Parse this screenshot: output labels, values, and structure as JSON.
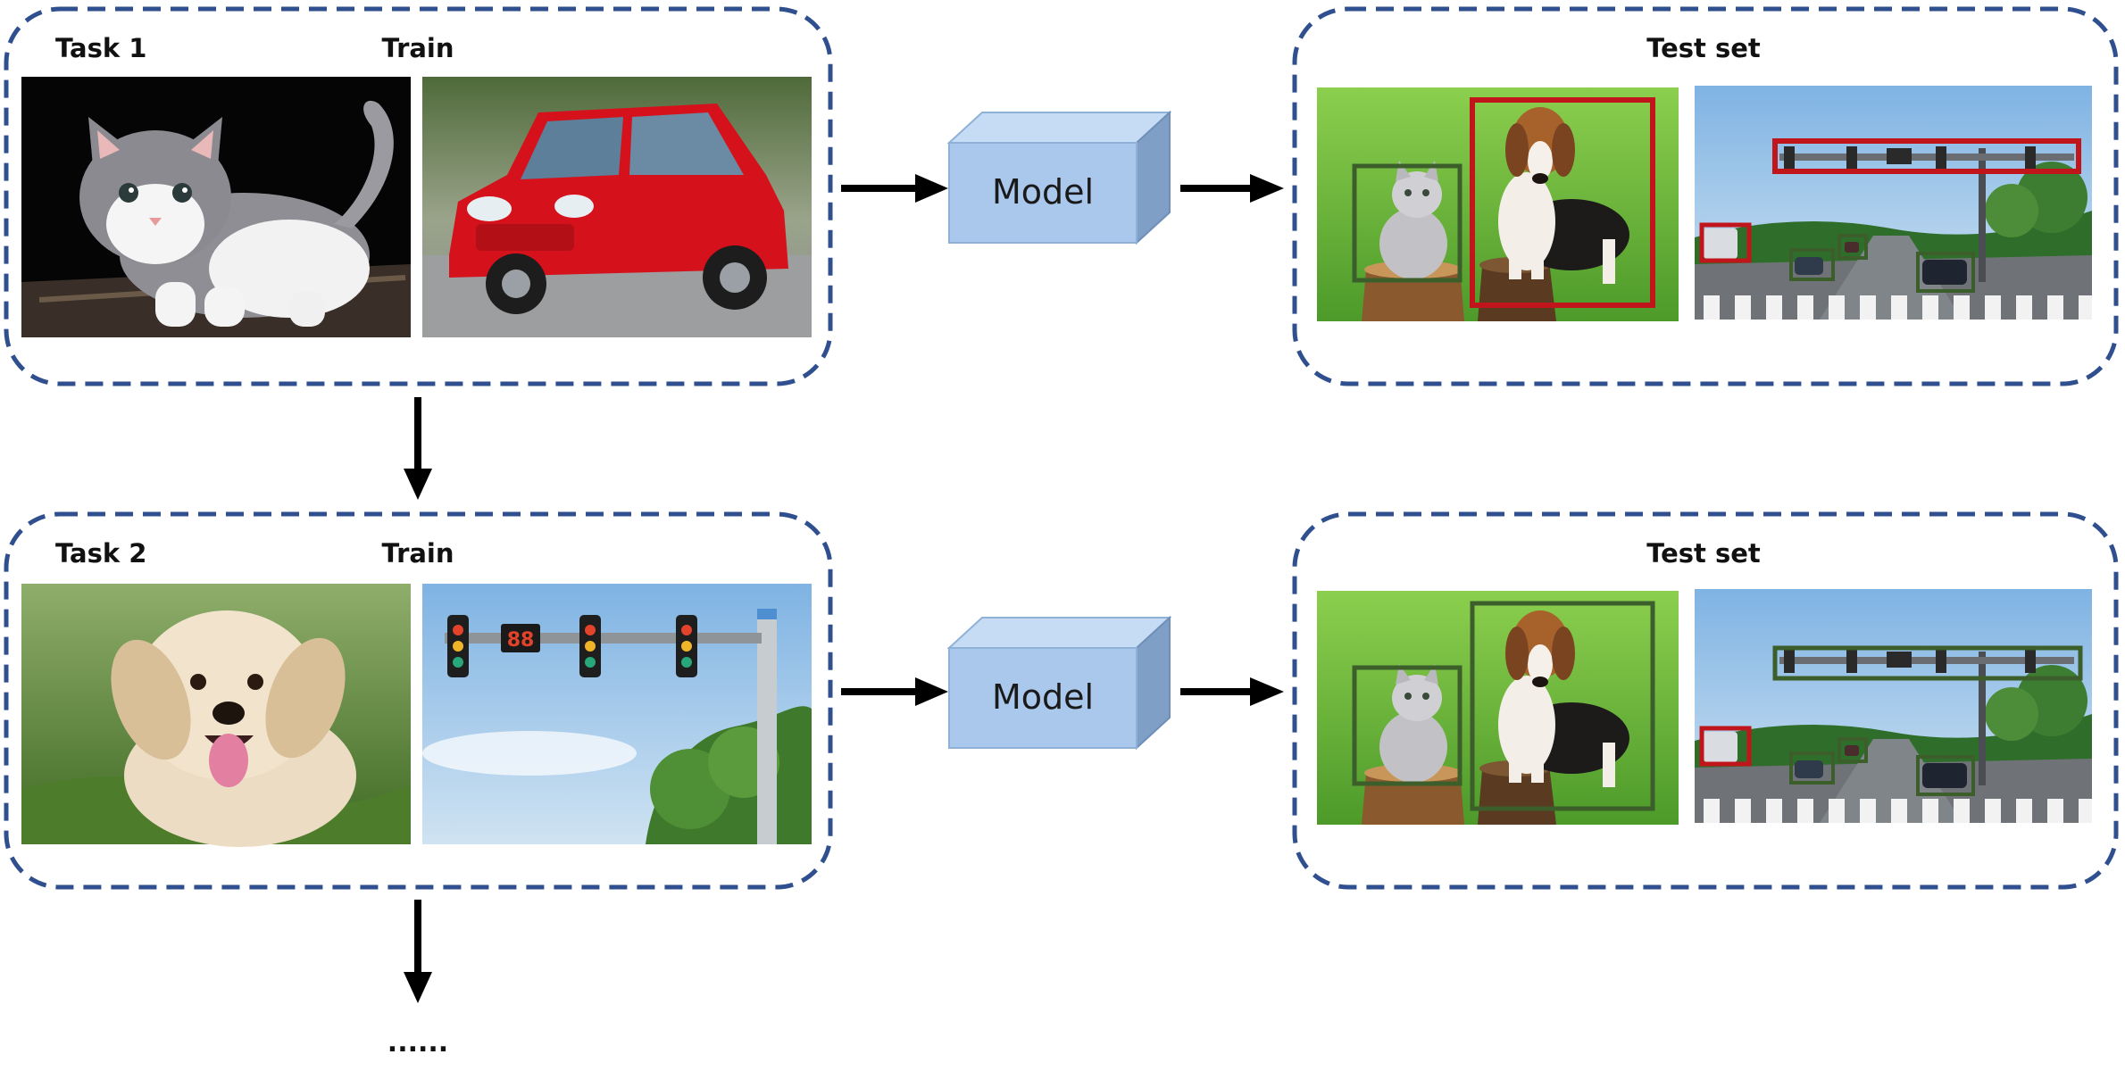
{
  "tasks": [
    {
      "task_label": "Task 1",
      "train_label": "Train",
      "train_images": [
        "kitten-photo",
        "red-car-photo"
      ],
      "model_label": "Model",
      "test_label": "Test set",
      "test_images": [
        "cat-dog-detection-photo",
        "road-traffic-detection-photo"
      ]
    },
    {
      "task_label": "Task 2",
      "train_label": "Train",
      "train_images": [
        "puppy-photo",
        "traffic-light-photo"
      ],
      "model_label": "Model",
      "test_label": "Test set",
      "test_images": [
        "cat-dog-detection-photo",
        "road-traffic-detection-photo"
      ]
    }
  ],
  "continuation": "......",
  "colors": {
    "dashed_border": "#2f4f8f",
    "model_front": "#a9c8ec",
    "model_top": "#c6dcf4",
    "model_side": "#7f9fc7",
    "box_red": "#c0161b",
    "box_green": "#3c5e2b",
    "arrow": "#000000"
  }
}
